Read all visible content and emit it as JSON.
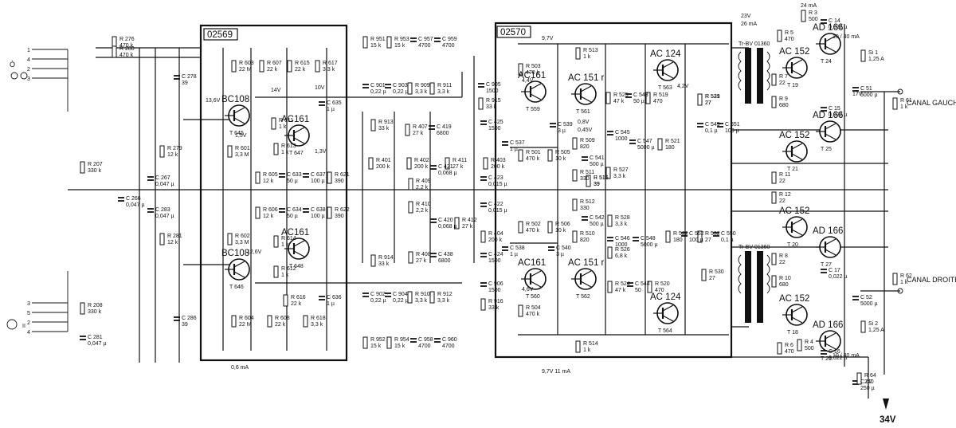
{
  "modules": {
    "left": "02569",
    "right": "02570"
  },
  "outputs": {
    "left": "CANAL GAUCHE",
    "right": "CANAL DROITE"
  },
  "supply": "34V",
  "transistors": [
    {
      "type": "BC108",
      "ref": "T 645"
    },
    {
      "type": "AC161",
      "ref": "T 647"
    },
    {
      "type": "AC161",
      "ref": "T 648"
    },
    {
      "type": "BC108",
      "ref": "T 646"
    },
    {
      "type": "AC161",
      "ref": "T 559"
    },
    {
      "type": "AC 151 r",
      "ref": "T 561"
    },
    {
      "type": "AC 124",
      "ref": "T 563"
    },
    {
      "type": "AC161",
      "ref": "T 560"
    },
    {
      "type": "AC 151 r",
      "ref": "T 562"
    },
    {
      "type": "AC 124",
      "ref": "T 564"
    },
    {
      "type": "AD 166",
      "ref": "T 24"
    },
    {
      "type": "AC 152",
      "ref": "T 19"
    },
    {
      "type": "AC 152",
      "ref": "T 21"
    },
    {
      "type": "AD 166",
      "ref": "T 25"
    },
    {
      "type": "AC 152",
      "ref": "T 20"
    },
    {
      "type": "AD 166",
      "ref": "T 27"
    },
    {
      "type": "AC 152",
      "ref": "T 18"
    },
    {
      "type": "AD 166",
      "ref": "T 26"
    }
  ],
  "transformers": [
    "Tr-BV 01360",
    "Tr-BV 01360"
  ],
  "voltages": [
    "13,6V",
    "14V",
    "10V",
    "1,5V",
    "1,3V",
    "4,4V",
    "0,45V",
    "0,8V",
    "4,2V",
    "9,7V",
    "17V",
    "23V",
    "26 mA",
    "0,6 mA",
    "24 mA",
    "9,7V 11 mA",
    "12,6V",
    "4,6V"
  ],
  "components": [
    {
      "ref": "R 276",
      "val": "470 k"
    },
    {
      "ref": "R 280",
      "val": "470 k"
    },
    {
      "ref": "C 278",
      "val": "39"
    },
    {
      "ref": "R 207",
      "val": "330 k"
    },
    {
      "ref": "C 266",
      "val": "0,047 µ"
    },
    {
      "ref": "C 267",
      "val": "0,047 µ"
    },
    {
      "ref": "C 283",
      "val": "0,047 µ"
    },
    {
      "ref": "R 279",
      "val": "12 k"
    },
    {
      "ref": "R 281",
      "val": "12 k"
    },
    {
      "ref": "R 208",
      "val": "330 k"
    },
    {
      "ref": "C 281",
      "val": "0,047 µ"
    },
    {
      "ref": "C 286",
      "val": "39"
    },
    {
      "ref": "R 603",
      "val": "22 M"
    },
    {
      "ref": "R 607",
      "val": "22 k"
    },
    {
      "ref": "R 615",
      "val": "22 k"
    },
    {
      "ref": "R 617",
      "val": "3,3 k"
    },
    {
      "ref": "C 635",
      "val": "1 µ"
    },
    {
      "ref": "R 611",
      "val": "1 k"
    },
    {
      "ref": "R 601",
      "val": "3,3 M"
    },
    {
      "ref": "R 613",
      "val": "1 k"
    },
    {
      "ref": "R 605",
      "val": "12 k"
    },
    {
      "ref": "C 633",
      "val": "50 µ"
    },
    {
      "ref": "C 637",
      "val": "100 µ"
    },
    {
      "ref": "R 621",
      "val": "390"
    },
    {
      "ref": "R 606",
      "val": "12 k"
    },
    {
      "ref": "C 634",
      "val": "50 µ"
    },
    {
      "ref": "C 638",
      "val": "100 µ"
    },
    {
      "ref": "R 622",
      "val": "390"
    },
    {
      "ref": "R 602",
      "val": "3,3 M"
    },
    {
      "ref": "R 614",
      "val": "1 k"
    },
    {
      "ref": "R 612",
      "val": "1 k"
    },
    {
      "ref": "R 616",
      "val": "22 k"
    },
    {
      "ref": "C 636",
      "val": "1 µ"
    },
    {
      "ref": "R 604",
      "val": "22 M"
    },
    {
      "ref": "R 608",
      "val": "22 k"
    },
    {
      "ref": "R 618",
      "val": "3,3 k"
    },
    {
      "ref": "R 951",
      "val": "15 k"
    },
    {
      "ref": "R 953",
      "val": "15 k"
    },
    {
      "ref": "C 957",
      "val": "4700"
    },
    {
      "ref": "C 959",
      "val": "4700"
    },
    {
      "ref": "C 901",
      "val": "0,22 µ"
    },
    {
      "ref": "C 903",
      "val": "0,22 µ"
    },
    {
      "ref": "R 909",
      "val": "3,3 k"
    },
    {
      "ref": "R 911",
      "val": "3,3 k"
    },
    {
      "ref": "C 905",
      "val": "1500"
    },
    {
      "ref": "R 915",
      "val": "33 k"
    },
    {
      "ref": "R 913",
      "val": "33 k"
    },
    {
      "ref": "R 407",
      "val": "27 k"
    },
    {
      "ref": "C 419",
      "val": "6800"
    },
    {
      "ref": "C 425",
      "val": "1500"
    },
    {
      "ref": "R 401",
      "val": "200 k"
    },
    {
      "ref": "R 402",
      "val": "200 k"
    },
    {
      "ref": "R 411",
      "val": "27 k"
    },
    {
      "ref": "R 403",
      "val": "200 k"
    },
    {
      "ref": "C 421",
      "val": "0,068 µ"
    },
    {
      "ref": "R 409",
      "val": "2,2 k"
    },
    {
      "ref": "C 423",
      "val": "0,015 µ"
    },
    {
      "ref": "R 410",
      "val": "2,2 k"
    },
    {
      "ref": "C 422",
      "val": "0,015 µ"
    },
    {
      "ref": "C 420",
      "val": "0,068 µ"
    },
    {
      "ref": "R 412",
      "val": "27 k"
    },
    {
      "ref": "R 404",
      "val": "200 k"
    },
    {
      "ref": "R 408",
      "val": "27 k"
    },
    {
      "ref": "C 438",
      "val": "6800"
    },
    {
      "ref": "C 424",
      "val": "1500"
    },
    {
      "ref": "R 914",
      "val": "33 k"
    },
    {
      "ref": "C 906",
      "val": "1500"
    },
    {
      "ref": "R 916",
      "val": "33 k"
    },
    {
      "ref": "C 902",
      "val": "0,22 µ"
    },
    {
      "ref": "C 904",
      "val": "0,22 µ"
    },
    {
      "ref": "R 910",
      "val": "3,3 k"
    },
    {
      "ref": "R 912",
      "val": "3,3 k"
    },
    {
      "ref": "R 952",
      "val": "15 k"
    },
    {
      "ref": "R 954",
      "val": "15 k"
    },
    {
      "ref": "C 958",
      "val": "4700"
    },
    {
      "ref": "C 960",
      "val": "4700"
    },
    {
      "ref": "R 503",
      "val": "470 k"
    },
    {
      "ref": "C 539",
      "val": "3 µ"
    },
    {
      "ref": "R 505",
      "val": "10 k"
    },
    {
      "ref": "R 501",
      "val": "470 k"
    },
    {
      "ref": "C 537",
      "val": "1 µ"
    },
    {
      "ref": "R 513",
      "val": "1 k"
    },
    {
      "ref": "R 525",
      "val": "47 k"
    },
    {
      "ref": "C 543",
      "val": "50 µ"
    },
    {
      "ref": "R 519",
      "val": "470"
    },
    {
      "ref": "R 529",
      "val": "27"
    },
    {
      "ref": "R 531",
      "val": "27"
    },
    {
      "ref": "C 549",
      "val": "0,1 µ"
    },
    {
      "ref": "C 551",
      "val": "100 µ"
    },
    {
      "ref": "R 509",
      "val": "820"
    },
    {
      "ref": "C 545",
      "val": "1000"
    },
    {
      "ref": "R 527",
      "val": "3,3 k"
    },
    {
      "ref": "C 547",
      "val": "5000 µ"
    },
    {
      "ref": "R 521",
      "val": "180"
    },
    {
      "ref": "R 511",
      "val": "330"
    },
    {
      "ref": "C 541",
      "val": "500 µ"
    },
    {
      "ref": "R 515",
      "val": "39"
    },
    {
      "ref": "R 516",
      "val": "39"
    },
    {
      "ref": "R 512",
      "val": "330"
    },
    {
      "ref": "C 542",
      "val": "500 µ"
    },
    {
      "ref": "R 528",
      "val": "3,3 k"
    },
    {
      "ref": "R 510",
      "val": "820"
    },
    {
      "ref": "C 546",
      "val": "1000"
    },
    {
      "ref": "C 548",
      "val": "5000 µ"
    },
    {
      "ref": "R 526",
      "val": "6,8 k"
    },
    {
      "ref": "R 522",
      "val": "180"
    },
    {
      "ref": "C 552",
      "val": "100 µ"
    },
    {
      "ref": "R 532",
      "val": "27"
    },
    {
      "ref": "C 550",
      "val": "0,1 µ"
    },
    {
      "ref": "R 530",
      "val": "27"
    },
    {
      "ref": "R 502",
      "val": "470 k"
    },
    {
      "ref": "R 506",
      "val": "10 k"
    },
    {
      "ref": "C 538",
      "val": "1 µ"
    },
    {
      "ref": "C 540",
      "val": "3 µ"
    },
    {
      "ref": "R 504",
      "val": "470 k"
    },
    {
      "ref": "R 524",
      "val": "47 k"
    },
    {
      "ref": "C 544",
      "val": "50"
    },
    {
      "ref": "R 520",
      "val": "470"
    },
    {
      "ref": "R 514",
      "val": "1 k"
    },
    {
      "ref": "R 5",
      "val": "470"
    },
    {
      "ref": "C 14",
      "val": "0,022 µ"
    },
    {
      "ref": "R 7",
      "val": "22"
    },
    {
      "ref": "R 9",
      "val": "680"
    },
    {
      "ref": "C 15",
      "val": "0,022 µ"
    },
    {
      "ref": "R 11",
      "val": "22"
    },
    {
      "ref": "R 12",
      "val": "22"
    },
    {
      "ref": "R 8",
      "val": "22"
    },
    {
      "ref": "R 10",
      "val": "680"
    },
    {
      "ref": "C 17",
      "val": "0,022 µ"
    },
    {
      "ref": "R 6",
      "val": "470"
    },
    {
      "ref": "C 16",
      "val": "0,022 µ"
    },
    {
      "ref": "C 51",
      "val": "5000 µ"
    },
    {
      "ref": "C 52",
      "val": "5000 µ"
    },
    {
      "ref": "R 61",
      "val": "1 k"
    },
    {
      "ref": "R 62",
      "val": "1 k"
    },
    {
      "ref": "C 67",
      "val": "250 µ"
    },
    {
      "ref": "R 64",
      "val": "240"
    },
    {
      "ref": "Si 1",
      "val": "1,25 A"
    },
    {
      "ref": "Si 2",
      "val": "1,25 A"
    },
    {
      "ref": "R 3",
      "val": "500"
    },
    {
      "ref": "R 4",
      "val": "500"
    }
  ],
  "notes": [
    "10 / 40 mA",
    "10 / 40 mA"
  ]
}
